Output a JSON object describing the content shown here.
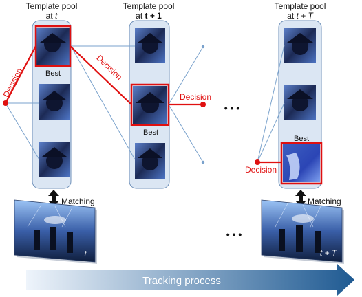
{
  "pools": [
    {
      "title": "Template pool",
      "time_prefix": "at ",
      "time": "t"
    },
    {
      "title": "Template pool",
      "time_prefix": "at ",
      "time": "t + 1"
    },
    {
      "title": "Template pool",
      "time_prefix": "at ",
      "time": "t + T"
    }
  ],
  "best_label": "Best",
  "decision_label": "Decision",
  "matching_label": "Matching",
  "ellipsis": "• • •",
  "frames": [
    {
      "label": "t"
    },
    {
      "label": "t + T"
    }
  ],
  "arrow_label": "Tracking process",
  "colors": {
    "decision": "#e01010",
    "pool_fill": "#dbe6f3",
    "pool_stroke": "#6d8fb8",
    "connector": "#7aa2cc",
    "arrow_start": "#eef4fb",
    "arrow_end": "#1f5a92"
  }
}
